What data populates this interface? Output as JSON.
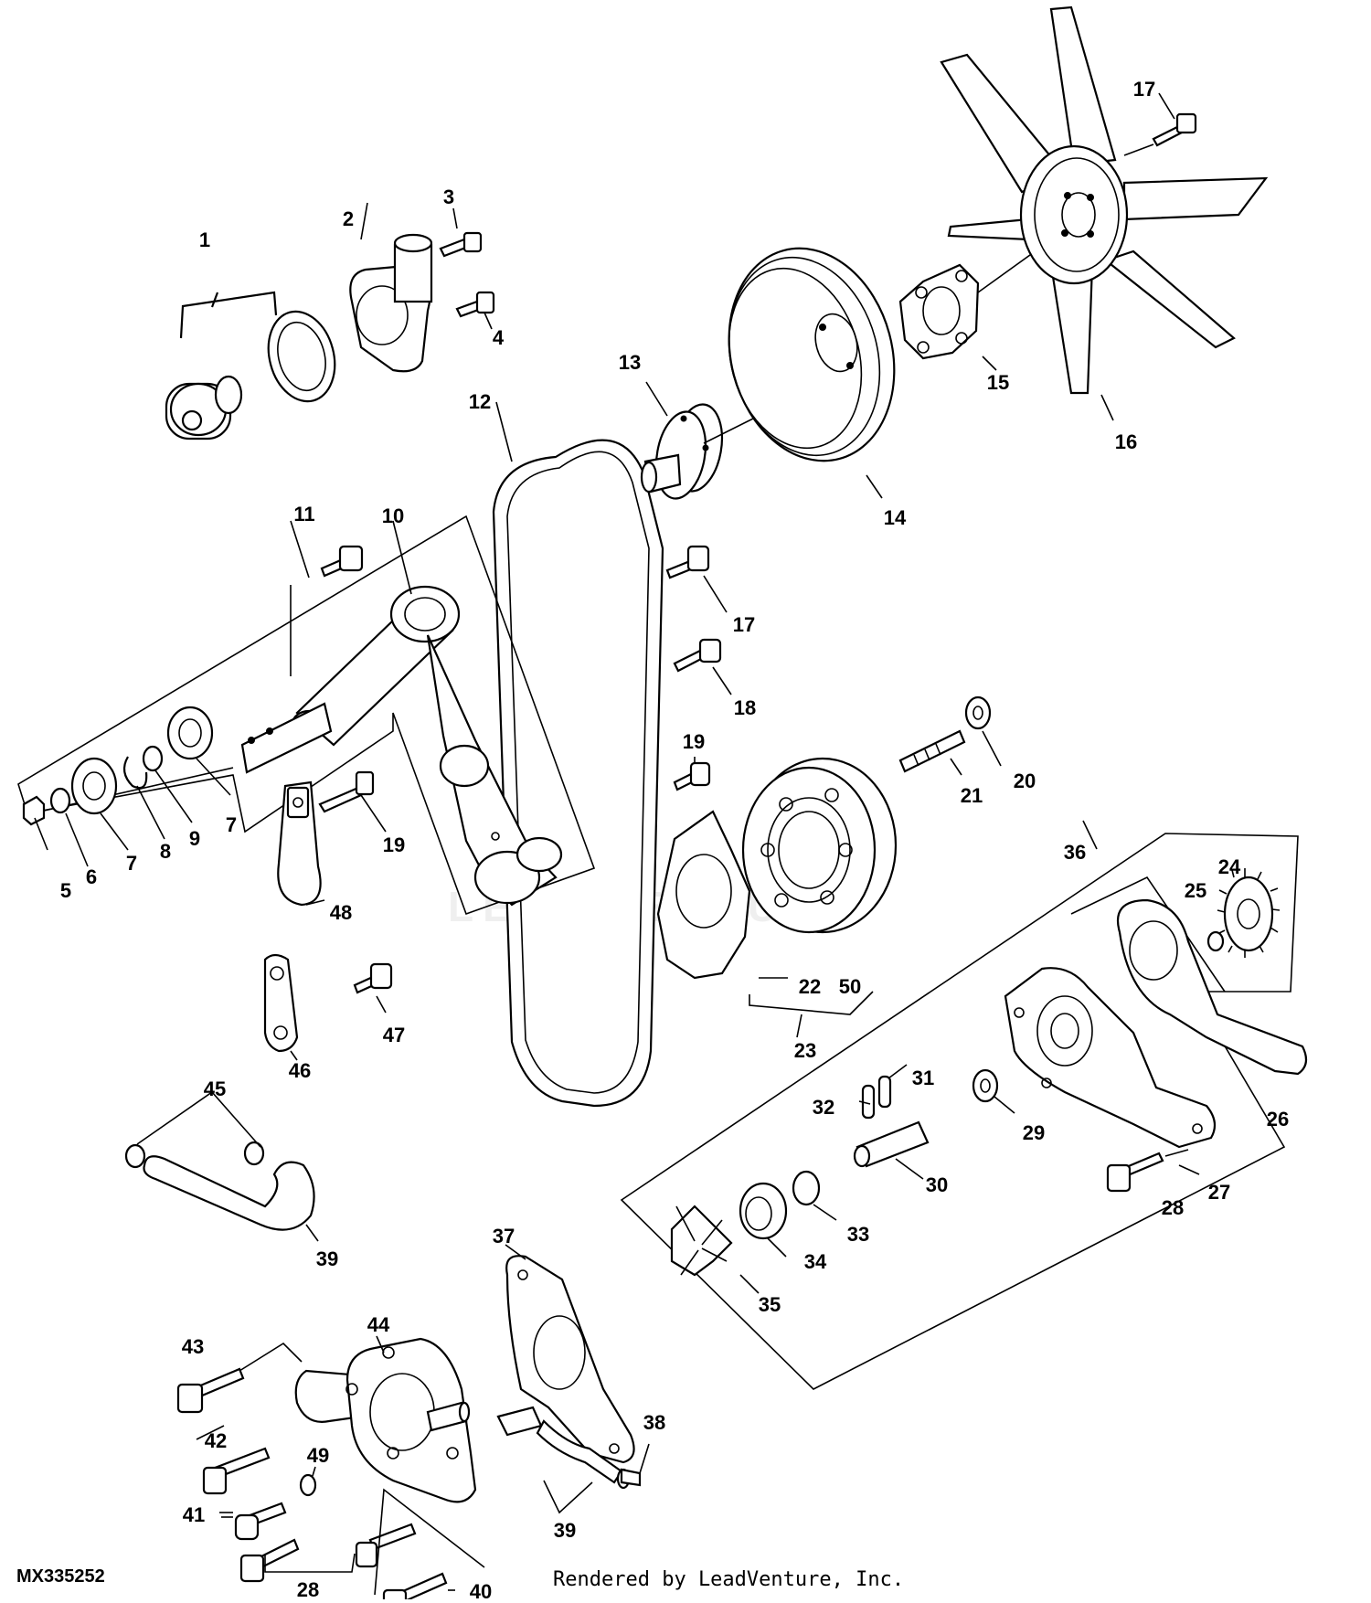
{
  "callouts": {
    "c1": "1",
    "c2": "2",
    "c3": "3",
    "c4": "4",
    "c5": "5",
    "c6": "6",
    "c7a": "7",
    "c7b": "7",
    "c8": "8",
    "c9": "9",
    "c10": "10",
    "c11": "11",
    "c12": "12",
    "c13": "13",
    "c14": "14",
    "c15": "15",
    "c16": "16",
    "c17a": "17",
    "c17b": "17",
    "c18": "18",
    "c19a": "19",
    "c19b": "19",
    "c20": "20",
    "c21": "21",
    "c22": "22",
    "c23": "23",
    "c24": "24",
    "c25": "25",
    "c26": "26",
    "c27": "27",
    "c28a": "28",
    "c28b": "28",
    "c29": "29",
    "c30": "30",
    "c31": "31",
    "c32": "32",
    "c33": "33",
    "c34": "34",
    "c35": "35",
    "c36": "36",
    "c37": "37",
    "c38": "38",
    "c39a": "39",
    "c39b": "39",
    "c40": "40",
    "c41": "41",
    "c42": "42",
    "c43": "43",
    "c44": "44",
    "c45": "45",
    "c46": "46",
    "c47": "47",
    "c48": "48",
    "c49": "49",
    "c50": "50"
  },
  "footer": {
    "figure_id": "MX335252",
    "credit": "Rendered by LeadVenture, Inc."
  },
  "watermark": "LEADVENTURE"
}
